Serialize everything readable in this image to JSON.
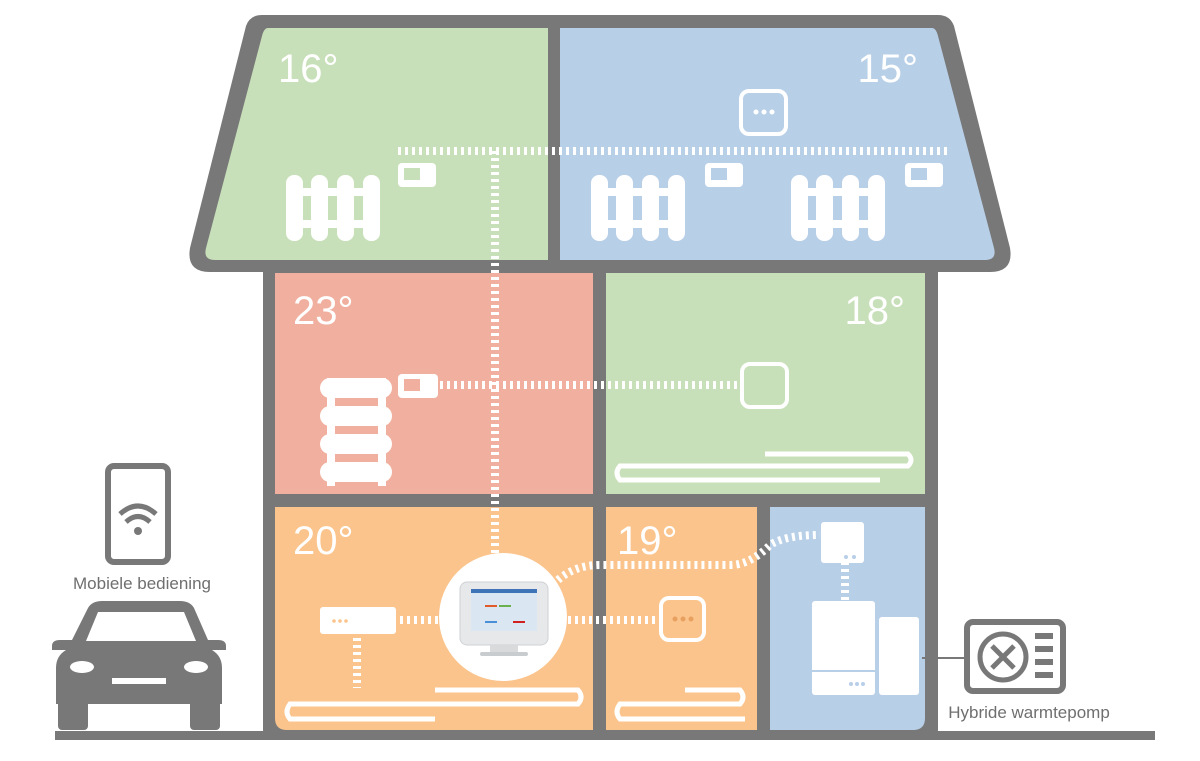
{
  "rooms": {
    "attic_left": {
      "temperature": "16°",
      "color": "#c8e0b9"
    },
    "attic_right": {
      "temperature": "15°",
      "color": "#b8cfe8"
    },
    "first_left": {
      "temperature": "23°",
      "color": "#f1b09f"
    },
    "first_right": {
      "temperature": "18°",
      "color": "#c8e0b9"
    },
    "ground_left": {
      "temperature": "20°",
      "color": "#fbc48c"
    },
    "ground_middle": {
      "temperature": "19°",
      "color": "#fbc48c"
    },
    "boiler_room": {
      "color": "#b8cfe8"
    }
  },
  "labels": {
    "mobile": "Mobiele bediening",
    "heat_pump": "Hybride warmtepomp"
  },
  "colors": {
    "outline": "#787878"
  }
}
